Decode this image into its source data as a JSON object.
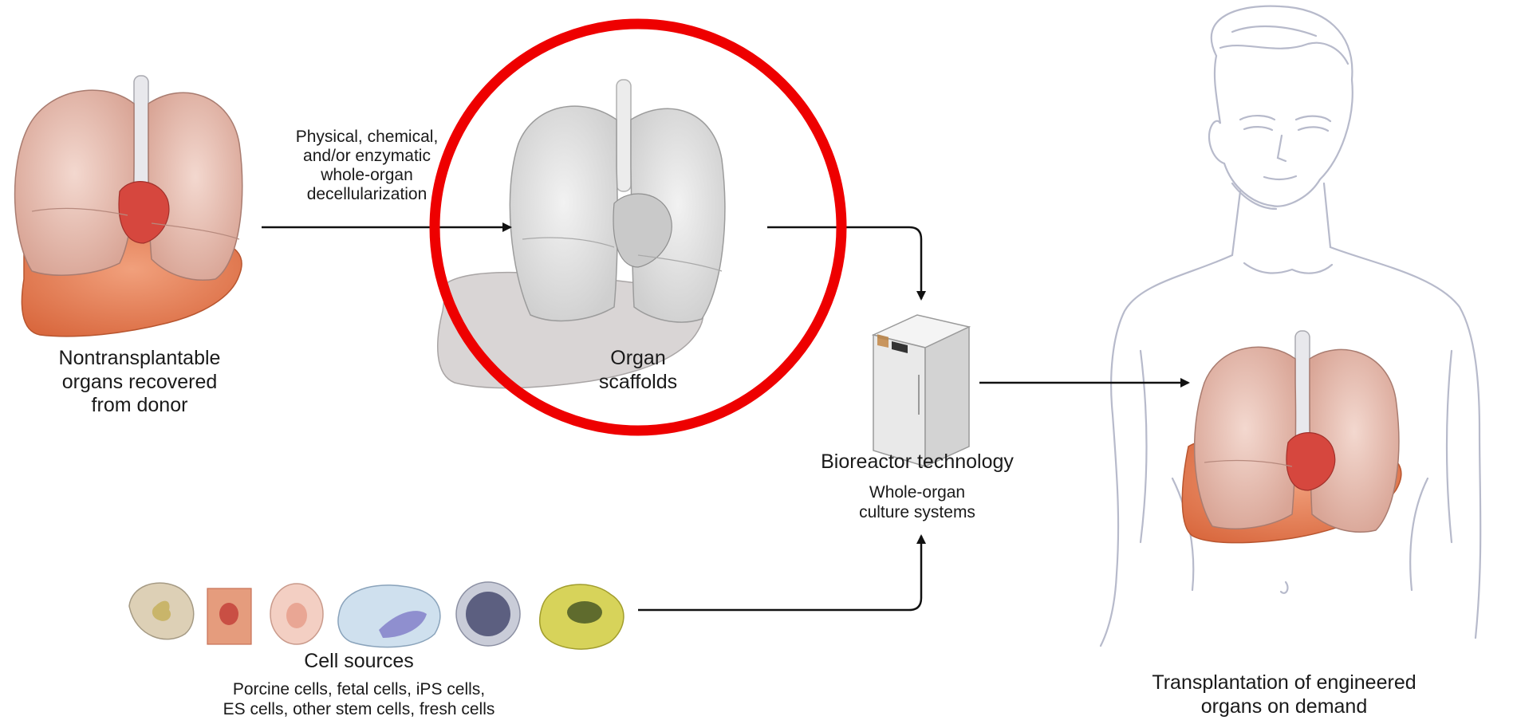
{
  "labels": {
    "donor": [
      "Nontransplantable",
      "organs recovered",
      "from donor"
    ],
    "process": [
      "Physical, chemical,",
      "and/or enzymatic",
      "whole-organ",
      "decellularization"
    ],
    "scaffold": [
      "Organ",
      "scaffolds"
    ],
    "bioreactor_title": "Bioreactor technology",
    "bioreactor_sub": [
      "Whole-organ",
      "culture systems"
    ],
    "cells_title": "Cell sources",
    "cells_sub": [
      "Porcine cells, fetal cells, iPS cells,",
      "ES cells, other stem cells, fresh cells"
    ],
    "transplant": [
      "Transplantation of engineered",
      "organs on demand"
    ]
  },
  "colors": {
    "highlight_circle": "#ee0000",
    "lung": "#e9c2b6",
    "liver": "#e8865e",
    "scaffold": "#e1e1e1",
    "heart": "#d9544a",
    "sketch": "#b9bccb"
  },
  "icons": [
    "donor-organs",
    "scaffold-organs",
    "bioreactor",
    "cell-types",
    "human-figure",
    "engineered-organs"
  ]
}
